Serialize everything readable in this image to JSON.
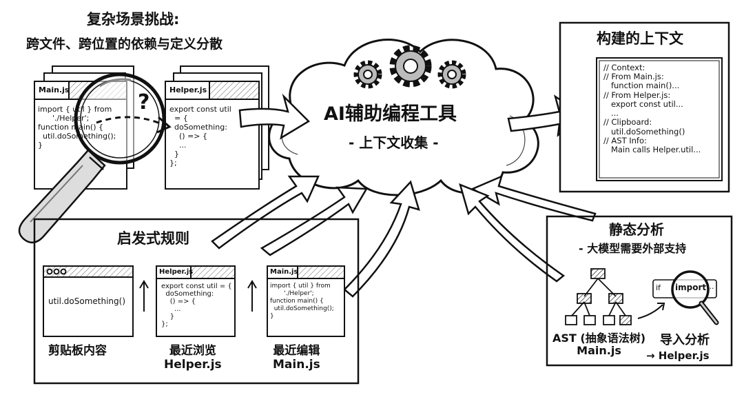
{
  "challenge": {
    "title": "复杂场景挑战:",
    "subtitle": "跨文件、跨位置的依赖与定义分散",
    "question_mark": "?",
    "main_file": {
      "name": "Main.js",
      "code": "import { util } from\n      './Helper';\nfunction main() {\n  util.doSomething();\n}"
    },
    "helper_file": {
      "name": "Helper.js",
      "code": "export const util\n  = {\n  doSomething:\n    () => {\n    ...\n  }\n};"
    }
  },
  "tool": {
    "title": "AI辅助编程工具",
    "subtitle": "- 上下文收集 -"
  },
  "context": {
    "title": "构建的上下文",
    "lines": [
      "// Context:",
      "// From Main.js:",
      "   function main()...",
      "// From Helper.js:",
      "   export const util...",
      "   ...",
      "// Clipboard:",
      "   util.doSomething()",
      "// AST Info:",
      "   Main calls Helper.util..."
    ]
  },
  "heuristics": {
    "title": "启发式规则",
    "clipboard": {
      "code": "util.doSomething()",
      "label": "剪贴板内容"
    },
    "recent_browse": {
      "file": "Helper.js",
      "code": "export const util = {\n  doSomething:\n    () => {\n      ...\n    }\n};",
      "label": "最近浏览\nHelper.js"
    },
    "recent_edit": {
      "file": "Main.js",
      "code": "import { util } from\n       './Helper';\nfunction main() {\n  util.doSomething();\n}",
      "label": "最近编辑\nMain.js"
    }
  },
  "static_analysis": {
    "title": "静态分析",
    "subtitle": "- 大模型需要外部支持",
    "ast_label": "AST (抽象语法树)\nMain.js",
    "import_label": "导入分析",
    "import_target": "→ Helper.js",
    "snippet_left": "if",
    "snippet_word": "import",
    "snippet_right": "..."
  }
}
